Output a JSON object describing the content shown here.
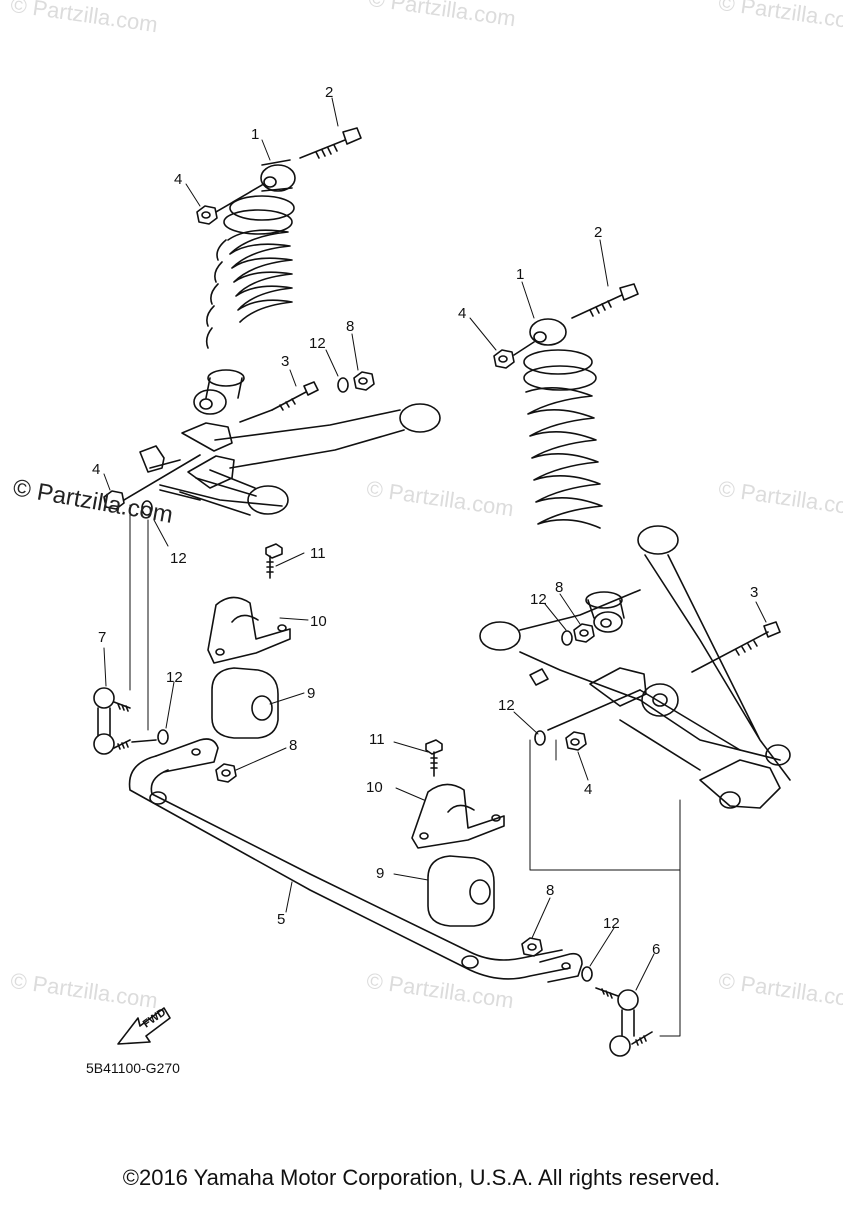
{
  "watermarks": {
    "faint_text": "© Partzilla.com",
    "strong_text": "© Partzilla.com"
  },
  "callouts": [
    {
      "id": "c1a",
      "text": "1"
    },
    {
      "id": "c2a",
      "text": "2"
    },
    {
      "id": "c4a",
      "text": "4"
    },
    {
      "id": "c3a",
      "text": "3"
    },
    {
      "id": "c12a",
      "text": "12"
    },
    {
      "id": "c8a",
      "text": "8"
    },
    {
      "id": "c4b",
      "text": "4"
    },
    {
      "id": "c12b",
      "text": "12"
    },
    {
      "id": "c11a",
      "text": "11"
    },
    {
      "id": "c10a",
      "text": "10"
    },
    {
      "id": "c9a",
      "text": "9"
    },
    {
      "id": "c7",
      "text": "7"
    },
    {
      "id": "c12c",
      "text": "12"
    },
    {
      "id": "c8b",
      "text": "8"
    },
    {
      "id": "c11b",
      "text": "11"
    },
    {
      "id": "c10b",
      "text": "10"
    },
    {
      "id": "c9b",
      "text": "9"
    },
    {
      "id": "c5",
      "text": "5"
    },
    {
      "id": "c2b",
      "text": "2"
    },
    {
      "id": "c1b",
      "text": "1"
    },
    {
      "id": "c4c",
      "text": "4"
    },
    {
      "id": "c3b",
      "text": "3"
    },
    {
      "id": "c12d",
      "text": "12"
    },
    {
      "id": "c8c",
      "text": "8"
    },
    {
      "id": "c12e",
      "text": "12"
    },
    {
      "id": "c4d",
      "text": "4"
    },
    {
      "id": "c8d",
      "text": "8"
    },
    {
      "id": "c12f",
      "text": "12"
    },
    {
      "id": "c6",
      "text": "6"
    }
  ],
  "fwd_label": "FWD",
  "drawing_code": "5B41100-G270",
  "copyright": "©2016 Yamaha Motor Corporation, U.S.A. All rights reserved."
}
